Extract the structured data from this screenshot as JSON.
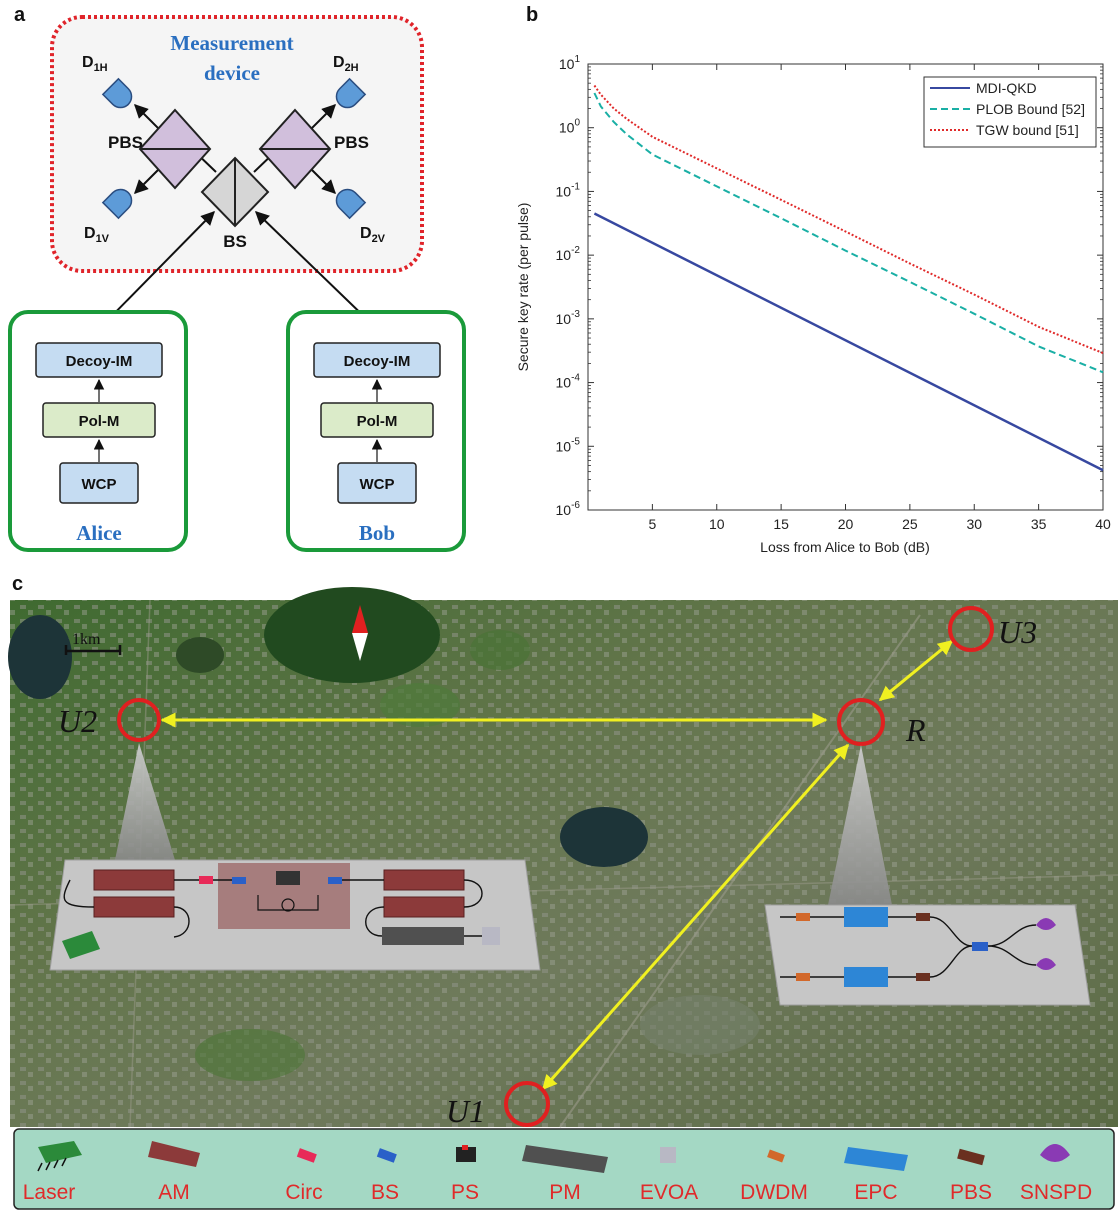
{
  "panel_labels": {
    "a": "a",
    "b": "b",
    "c": "c"
  },
  "panel_a": {
    "measurement_title_1": "Measurement",
    "measurement_title_2": "device",
    "pbs_left": "PBS",
    "pbs_right": "PBS",
    "bs": "BS",
    "detectors": {
      "d1h": {
        "base": "D",
        "sub": "1H"
      },
      "d1v": {
        "base": "D",
        "sub": "1V"
      },
      "d2h": {
        "base": "D",
        "sub": "2H"
      },
      "d2v": {
        "base": "D",
        "sub": "2V"
      }
    },
    "alice": {
      "name": "Alice",
      "decoy": "Decoy-IM",
      "polm": "Pol-M",
      "wcp": "WCP"
    },
    "bob": {
      "name": "Bob",
      "decoy": "Decoy-IM",
      "polm": "Pol-M",
      "wcp": "WCP"
    },
    "colors": {
      "dashed_border": "#e0242a",
      "party_border": "#1a9a3a",
      "blue_box": "#c5dcf2",
      "green_box": "#dbebc9",
      "pbs_fill": "#d1bfdc",
      "bs_fill": "#d6d6d6",
      "title_blue": "#2a6fc0",
      "detector": "#5d9bd8"
    }
  },
  "chart_data": {
    "type": "line",
    "title": "",
    "xlabel": "Loss from Alice to Bob (dB)",
    "ylabel": "Secure key rate (per pulse)",
    "xlim": [
      0,
      40
    ],
    "ylim_log10": [
      -6,
      1
    ],
    "y_scale": "log",
    "grid": false,
    "legend_position": "top-right",
    "x_ticks": [
      5,
      10,
      15,
      20,
      25,
      30,
      35,
      40
    ],
    "y_tick_exponents": [
      -6,
      -5,
      -4,
      -3,
      -2,
      -1,
      0,
      1
    ],
    "series": [
      {
        "name": "MDI-QKD",
        "color": "#3748a0",
        "style": "solid",
        "x": [
          0.5,
          40
        ],
        "y": [
          0.045,
          4.2e-06
        ]
      },
      {
        "name": "PLOB Bound [52]",
        "color": "#1aafa5",
        "style": "dashed",
        "x": [
          0.5,
          1,
          2,
          3,
          5,
          10,
          15,
          20,
          25,
          30,
          35,
          40
        ],
        "y": [
          3.5,
          2.15,
          1.23,
          0.79,
          0.38,
          0.12,
          0.038,
          0.0118,
          0.0038,
          0.0012,
          0.00037,
          0.000145
        ]
      },
      {
        "name": "TGW bound [51]",
        "color": "#e02a2a",
        "style": "dotted",
        "x": [
          0.5,
          1,
          2,
          3,
          5,
          10,
          15,
          20,
          25,
          30,
          35,
          40
        ],
        "y": [
          4.6,
          3.3,
          2.0,
          1.38,
          0.72,
          0.23,
          0.074,
          0.0235,
          0.0074,
          0.0024,
          0.00075,
          0.00029
        ]
      }
    ]
  },
  "panel_c": {
    "scale_label": "1km",
    "nodes": {
      "u1": "U1",
      "u2": "U2",
      "u3": "U3",
      "r": "R"
    },
    "legend_items": [
      "Laser",
      "AM",
      "Circ",
      "BS",
      "PS",
      "PM",
      "EVOA",
      "DWDM",
      "EPC",
      "PBS",
      "SNSPD"
    ],
    "colors": {
      "map_base": "#556e3c",
      "link": "#f0f020",
      "node_ring": "#e02020",
      "legend_bg": "#a4d8c4",
      "legend_text": "#e02a2a"
    }
  }
}
